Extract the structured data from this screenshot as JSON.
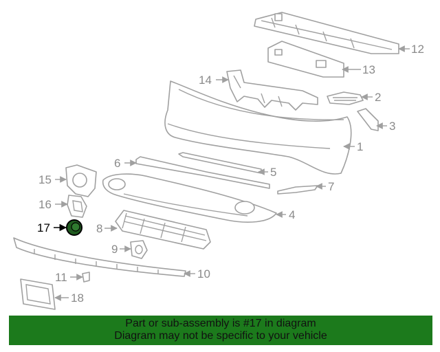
{
  "diagram": {
    "callouts": [
      "1",
      "2",
      "3",
      "4",
      "5",
      "6",
      "7",
      "8",
      "9",
      "10",
      "11",
      "12",
      "13",
      "14",
      "15",
      "16",
      "17",
      "18"
    ],
    "highlighted": "17"
  },
  "banner": {
    "line1": "Part or sub-assembly is #17 in diagram",
    "line2": "Diagram may not be specific to your vehicle"
  },
  "colors": {
    "banner_bg": "#1c7a1c",
    "line_art": "#a0a0a0",
    "highlight": "#000000"
  }
}
